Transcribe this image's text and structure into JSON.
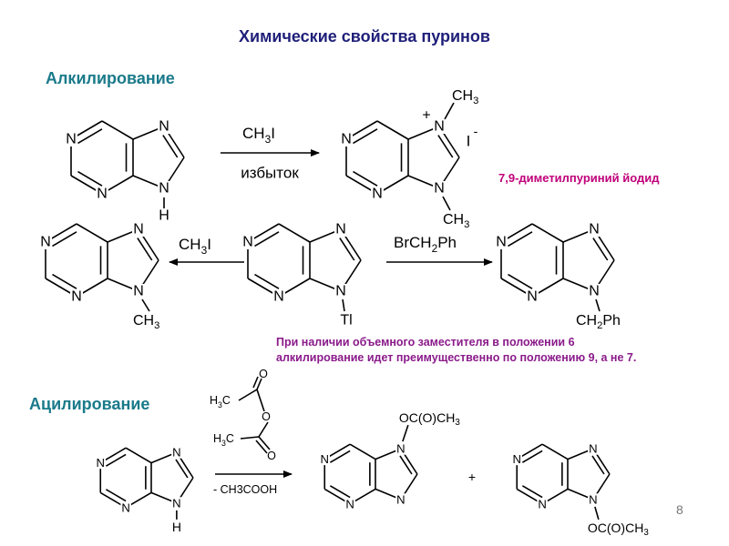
{
  "title": "Химические свойства пуринов",
  "sections": {
    "alkylation": "Алкилирование",
    "acylation": "Ацилирование"
  },
  "reagents": {
    "ch3i_top": [
      "CH",
      "3",
      "I"
    ],
    "excess": "избыток",
    "ch3i_left": [
      "CH",
      "3",
      "I"
    ],
    "brch2ph": [
      "BrCH",
      "2",
      "Ph"
    ],
    "minus_ch3cooh": "- CH3COOH"
  },
  "product_name": "7,9-диметилпуриний йодид",
  "note": [
    "При наличии объемного заместителя в положении 6",
    "алкилирование идет преимущественно по положению 9, а не 7."
  ],
  "atoms": {
    "N": "N",
    "H": "H",
    "Tl": "Tl",
    "I": "I",
    "O": "O",
    "plus": "+",
    "minus": "-",
    "ch3": [
      "CH",
      "3"
    ],
    "ch2ph": [
      "CH",
      "2",
      "Ph"
    ],
    "h3c": [
      "H",
      "3",
      "C"
    ],
    "ococh3": [
      "OC(O)CH",
      "3"
    ]
  },
  "page_number": "8",
  "colors": {
    "title": "#1f1f7a",
    "section": "#1a7a8a",
    "product_name": "#c0007a",
    "note": "#8a1a8a"
  }
}
